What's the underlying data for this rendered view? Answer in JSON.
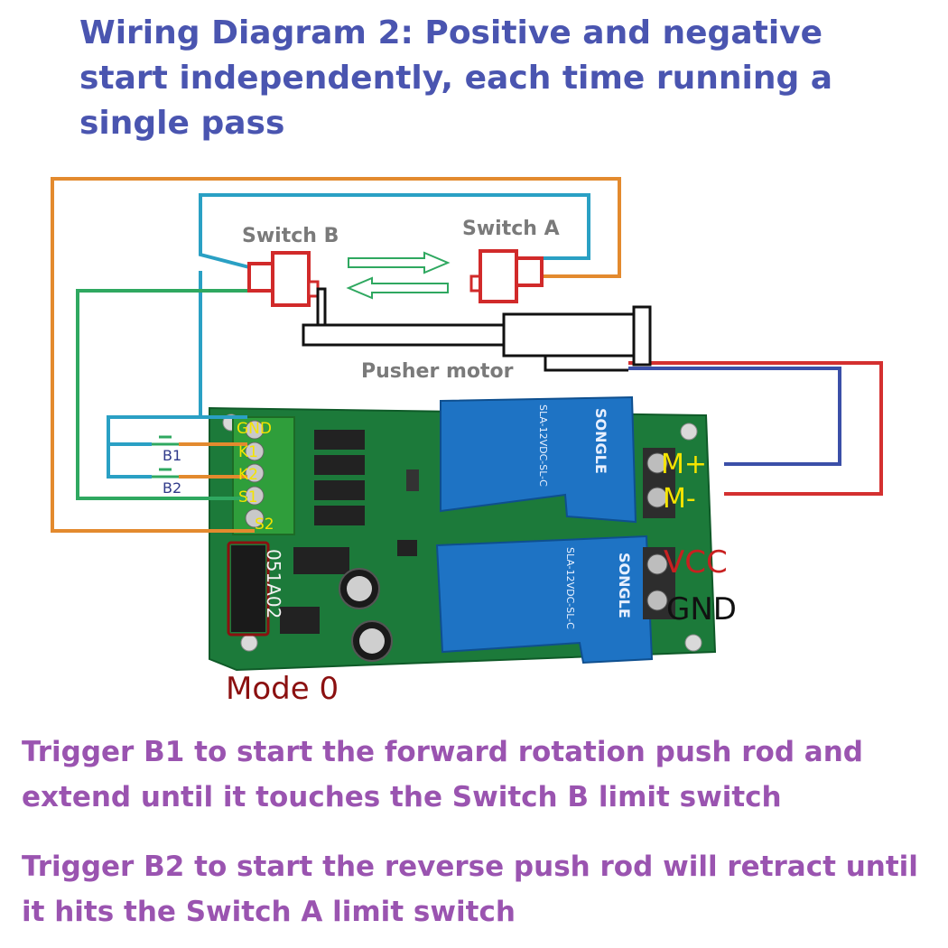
{
  "title": "Wiring Diagram 2: Positive and negative start independently, each time running a single pass",
  "switch_b": "Switch B",
  "switch_a": "Switch A",
  "pusher_motor": "Pusher motor",
  "terminals": {
    "gnd": "GND",
    "k1": "K1",
    "k2": "K2",
    "s1": "S1",
    "s2": "S2"
  },
  "buttons": {
    "b1": "B1",
    "b2": "B2"
  },
  "motor_terminals": {
    "m_plus": "M+",
    "m_minus": "M-"
  },
  "power": {
    "vcc": "VCC",
    "gnd": "GND"
  },
  "mode": "Mode 0",
  "relay_brand": "SONGLE",
  "relay_model": "SLA-12VDC-SL-C",
  "board_id": "051A02",
  "description": [
    "Trigger B1 to start the forward rotation push rod and extend until it touches the Switch B limit switch",
    "Trigger B2 to start the reverse push rod will retract until it hits the Switch A limit switch"
  ]
}
